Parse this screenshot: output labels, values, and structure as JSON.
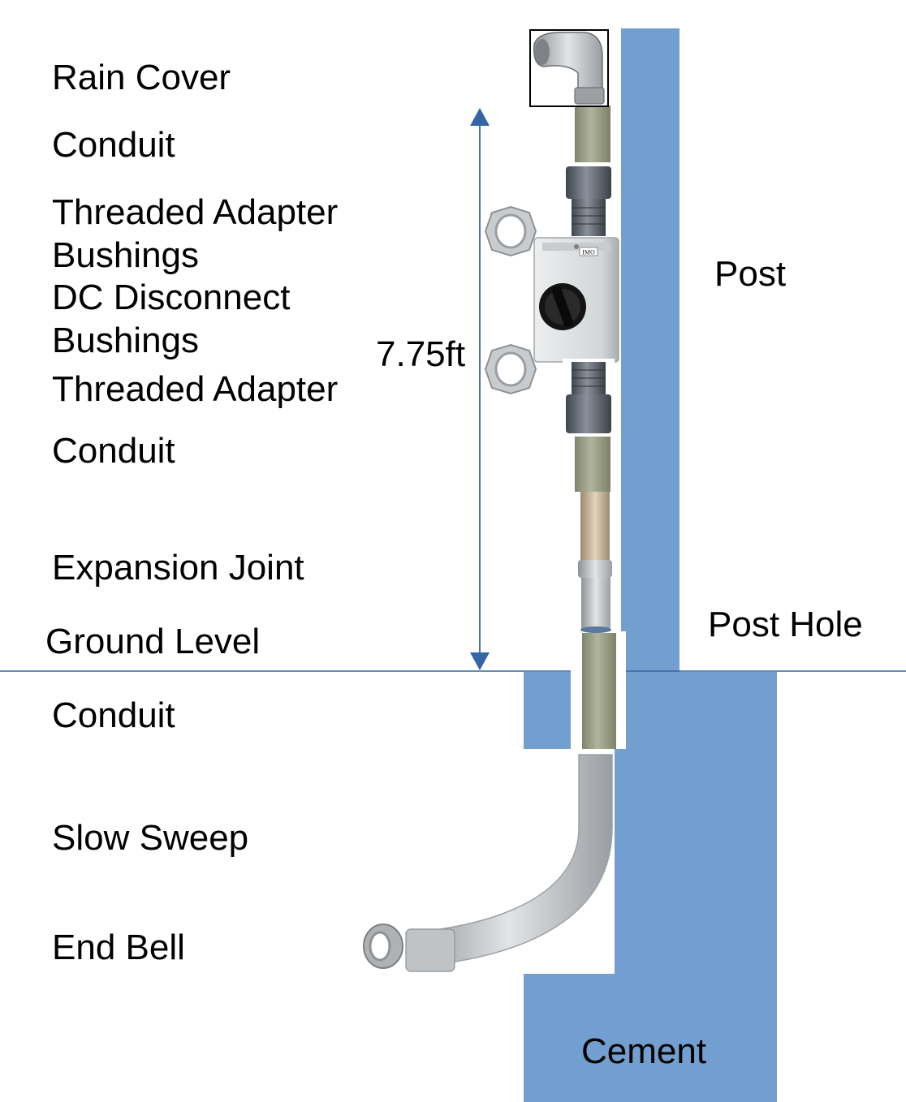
{
  "labels": {
    "rain_cover": "Rain Cover",
    "conduit_top": "Conduit",
    "threaded_adapter_top": "Threaded Adapter",
    "bushings_top": "Bushings",
    "dc_disconnect": "DC Disconnect",
    "bushings_bottom": "Bushings",
    "threaded_adapter_bottom": "Threaded Adapter",
    "conduit_middle": "Conduit",
    "expansion_joint": "Expansion Joint",
    "ground_level": "Ground Level",
    "conduit_bottom": "Conduit",
    "slow_sweep": "Slow Sweep",
    "end_bell": "End Bell",
    "post": "Post",
    "post_hole": "Post Hole",
    "cement": "Cement",
    "height": "7.75ft"
  },
  "disconnect_brand": "IMO",
  "colors": {
    "post": "#729fcf",
    "conduit": "#9a9f85",
    "dimension_line": "#3465a4",
    "ground_line": "#3465a4",
    "adapter": "#5f6670",
    "fitting_gray": "#b8bcc0",
    "disconnect_body": "#d9dbdd",
    "knob": "#1a1a1a",
    "expansion_joint": "#c7b59a"
  }
}
